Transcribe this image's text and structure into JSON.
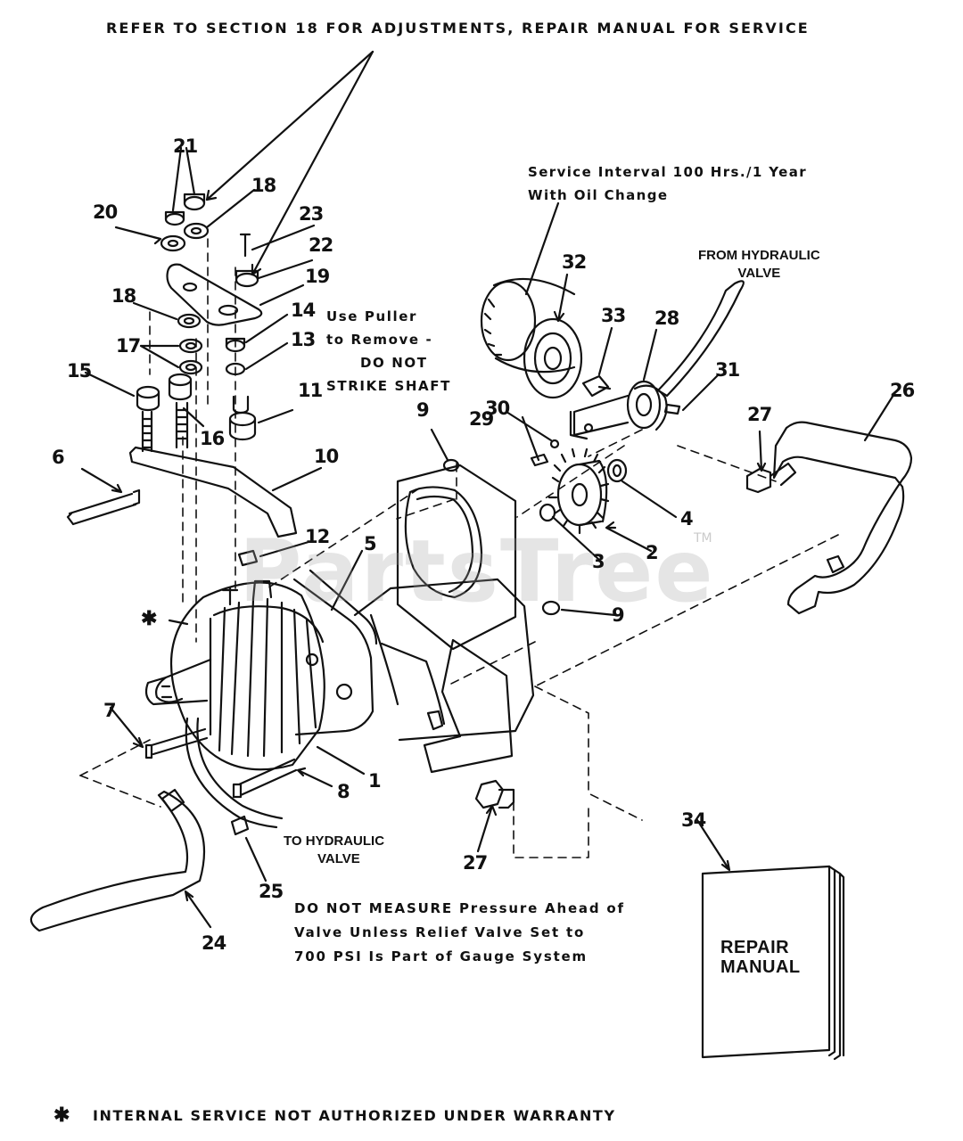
{
  "header_note": "REFER TO SECTION 18 FOR ADJUSTMENTS, REPAIR MANUAL FOR SERVICE",
  "service_note": [
    "Service Interval 100 Hrs./1 Year",
    "With Oil Change"
  ],
  "from_valve": [
    "FROM HYDRAULIC",
    "VALVE"
  ],
  "puller_note": [
    "Use Puller",
    "to Remove -",
    "DO NOT",
    "STRIKE SHAFT"
  ],
  "to_valve": [
    "TO HYDRAULIC",
    "VALVE"
  ],
  "pressure_note": [
    "DO NOT MEASURE Pressure Ahead of",
    "Valve Unless Relief Valve Set to",
    "700 PSI Is Part of Gauge System"
  ],
  "manual_cover": [
    "REPAIR",
    "MANUAL"
  ],
  "footer_note": "INTERNAL SERVICE NOT AUTHORIZED UNDER WARRANTY",
  "asterisk": "✱",
  "watermark": "PartsTree",
  "trademark": "TM",
  "callouts": {
    "c1": "1",
    "c2": "2",
    "c3": "3",
    "c4": "4",
    "c5": "5",
    "c6": "6",
    "c7": "7",
    "c8": "8",
    "c9a": "9",
    "c9b": "9",
    "c10": "10",
    "c11": "11",
    "c12": "12",
    "c13": "13",
    "c14": "14",
    "c15": "15",
    "c16": "16",
    "c17": "17",
    "c18a": "18",
    "c18b": "18",
    "c19": "19",
    "c20": "20",
    "c21": "21",
    "c22": "22",
    "c23": "23",
    "c24": "24",
    "c25": "25",
    "c26": "26",
    "c27a": "27",
    "c27b": "27",
    "c28": "28",
    "c29": "29",
    "c30": "30",
    "c31": "31",
    "c32": "32",
    "c33": "33",
    "c34": "34"
  },
  "colors": {
    "ink": "#111111",
    "paper": "#ffffff",
    "watermark": "#a0a0a0"
  }
}
